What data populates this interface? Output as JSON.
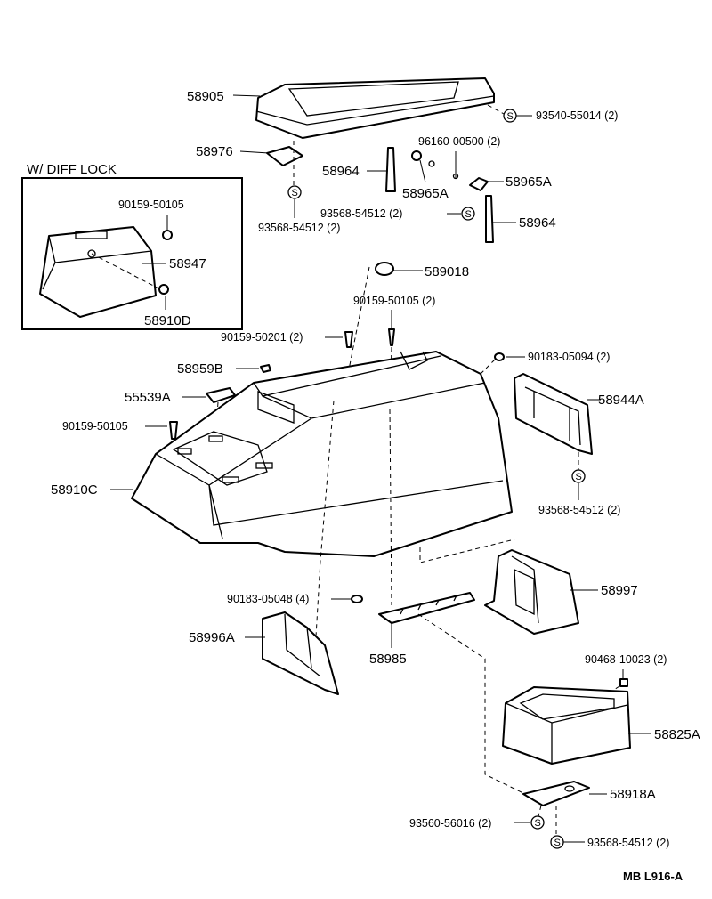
{
  "inset": {
    "title": "W/ DIFF  LOCK"
  },
  "symbols": {
    "s": "S"
  },
  "labels": {
    "p58905": "58905",
    "p93540_55014": "93540-55014 (2)",
    "p58976": "58976",
    "p93568_54512_a": "93568-54512 (2)",
    "p96160_00500": "96160-00500 (2)",
    "p58964_a": "58964",
    "p58965A_a": "58965A",
    "p58965A_b": "58965A",
    "p93568_54512_b": "93568-54512 (2)",
    "p58964_b": "58964",
    "p90159_50105_inset": "90159-50105",
    "p58947": "58947",
    "p58910D": "58910D",
    "p589018": "589018",
    "p90159_50105_2": "90159-50105 (2)",
    "p90159_50201": "90159-50201 (2)",
    "p58959B": "58959B",
    "p90183_05094": "90183-05094 (2)",
    "p55539A": "55539A",
    "p58944A": "58944A",
    "p90159_50105_b": "90159-50105",
    "p58910C": "58910C",
    "p93568_54512_c": "93568-54512 (2)",
    "p58997": "58997",
    "p90183_05048": "90183-05048 (4)",
    "p58996A": "58996A",
    "p58985": "58985",
    "p90468_10023": "90468-10023 (2)",
    "p58825A": "58825A",
    "p58918A": "58918A",
    "p93560_56016": "93560-56016 (2)",
    "p93568_54512_d": "93568-54512 (2)",
    "ref": "MB  L916-A"
  }
}
